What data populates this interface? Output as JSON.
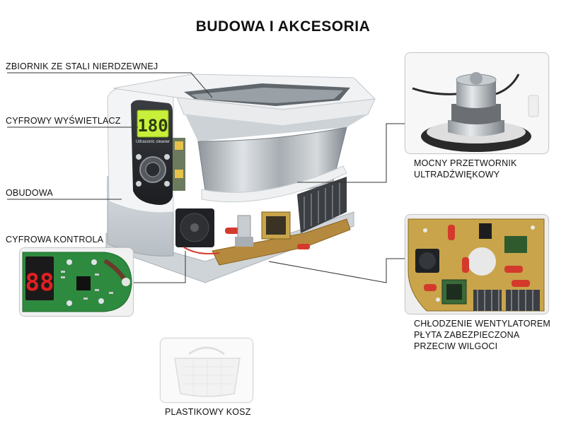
{
  "title": "BUDOWA I AKCESORIA",
  "labels": {
    "tank": "ZBIORNIK ZE STALI NIERDZEWNEJ",
    "display": "CYFROWY WYŚWIETLACZ",
    "housing": "OBUDOWA",
    "control": "CYFROWA KONTROLA",
    "transducer_line1": "MOCNY PRZETWORNIK",
    "transducer_line2": "ULTRADŹWIĘKOWY",
    "cooling_line1": "CHŁODZENIE WENTYLATOREM",
    "cooling_line2": "PŁYTA ZABEZPIECZONA",
    "cooling_line3": "PRZECIW WILGOCI",
    "basket": "PLASTIKOWY KOSZ"
  },
  "device": {
    "display_digits": "180",
    "brand_text": "Ultrasonic cleaner"
  },
  "control_board": {
    "display_digits": "88"
  },
  "colors": {
    "pcb_green": "#2e8a3e",
    "display_green": "#c8f03a",
    "led_red": "#e02020",
    "housing_grey": "#c9cfd4"
  },
  "icons": [
    "transducer-image",
    "pcb-image",
    "basket-image",
    "ultrasonic-cleaner-image"
  ]
}
